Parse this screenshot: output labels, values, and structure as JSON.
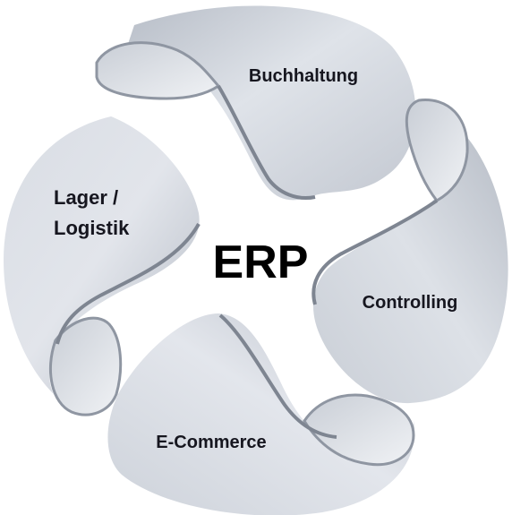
{
  "center": {
    "title": "ERP"
  },
  "segments": [
    {
      "id": "buchhaltung",
      "label": "Buchhaltung"
    },
    {
      "id": "controlling",
      "label": "Controlling"
    },
    {
      "id": "ecommerce",
      "label": "E-Commerce"
    },
    {
      "id": "lager",
      "label_lines": [
        "Lager /",
        "Logistik"
      ]
    }
  ],
  "colors": {
    "petal_light": "#e6e9ef",
    "petal_mid": "#c6cbd4",
    "petal_dark": "#8f96a2",
    "text": "#16161f",
    "background": "#ffffff"
  }
}
